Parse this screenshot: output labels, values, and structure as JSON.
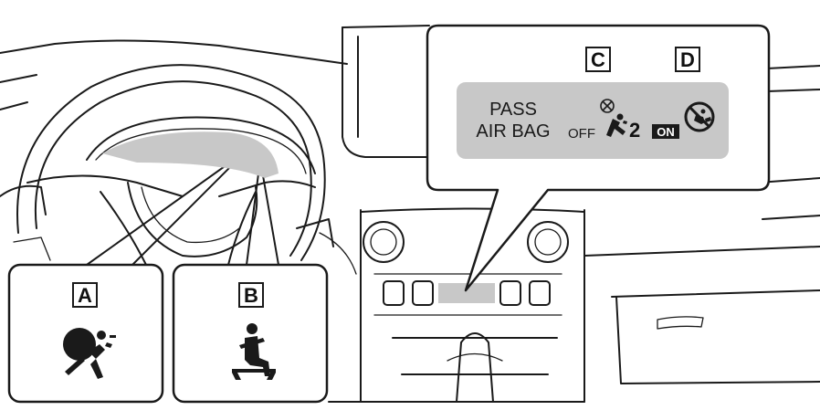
{
  "labels": {
    "a": "A",
    "b": "B",
    "c": "C",
    "d": "D"
  },
  "display": {
    "pass_line1": "PASS",
    "pass_line2": "AIR BAG",
    "off_text": "OFF",
    "seat_number": "2",
    "on_text": "ON"
  },
  "icons": {
    "a": "airbag-warning-icon",
    "b": "seatbelt-reminder-icon",
    "c": "passenger-seat-occupied-icon",
    "d": "airbag-off-icon"
  },
  "colors": {
    "outline": "#1a1a1a",
    "display_gray": "#c8c8c8",
    "background": "#ffffff"
  }
}
